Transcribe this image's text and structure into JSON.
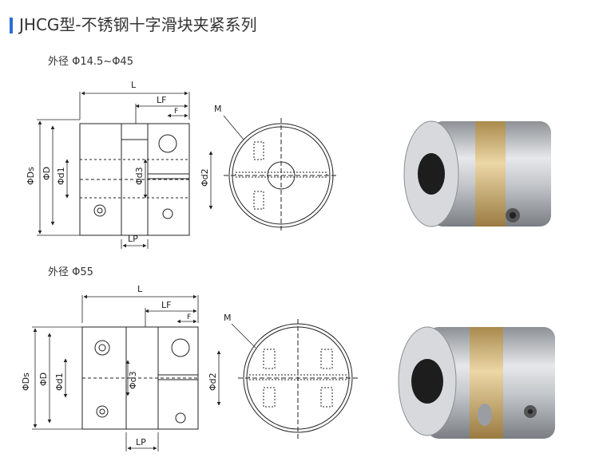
{
  "header": {
    "title": "JHCG型-不锈钢十字滑块夹紧系列"
  },
  "sections": [
    {
      "subtitle": "外径 Φ14.5~Φ45"
    },
    {
      "subtitle": "外径 Φ55"
    }
  ],
  "dimensions": {
    "L": "L",
    "LF": "LF",
    "F": "F",
    "M": "M",
    "LP": "LP",
    "Ds": "ΦDs",
    "D": "ΦD",
    "d1": "Φd1",
    "d2": "Φd2",
    "d3": "Φd3"
  },
  "colors": {
    "accent": "#2b6fd6",
    "metal": "#b9bcc0",
    "brass": "#c9a76a"
  }
}
